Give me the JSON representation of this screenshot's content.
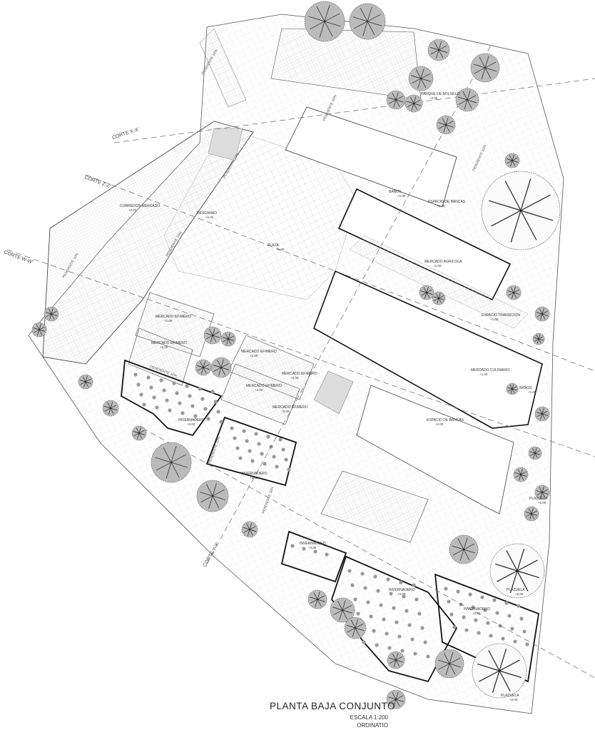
{
  "title_block": {
    "title": "PLANTA BAJA CONJUNTO",
    "scale": "ESCALA 1:200",
    "firm": "ORDINATIO"
  },
  "sections": [
    "CORTE X-X'",
    "CORTE Z-Z'",
    "CORTE W-W'",
    "CORTE Y-Y'"
  ],
  "slope_label": "PENDIENTE 10%",
  "spaces": [
    {
      "name": "PARQUE DE BOLSILLO",
      "level": "+2.00"
    },
    {
      "name": "CORREDOR MERCADO",
      "level": "+2.00"
    },
    {
      "name": "DESCANSO",
      "level": "+1.00"
    },
    {
      "name": "PLAZA",
      "level": "+1.00"
    },
    {
      "name": "BAÑOS",
      "level": "+1.00"
    },
    {
      "name": "ESPACIO DE BANCAS",
      "level": "+1.00"
    },
    {
      "name": "MERCADO AGRICOLA",
      "level": "+1.00"
    },
    {
      "name": "ESPACIO TRANSICION",
      "level": "+1.00"
    },
    {
      "name": "MERCADO CULINARIO",
      "level": "+1.00"
    },
    {
      "name": "BAÑOS",
      "level": "+1.00"
    },
    {
      "name": "ESPACIO DE BANCAS",
      "level": "+1.00"
    },
    {
      "name": "MERCADO EFIMERO",
      "level": "+2.00"
    },
    {
      "name": "MERCADO EFIMERO",
      "level": "+2.00"
    },
    {
      "name": "MERCADO EFIMERO",
      "level": "+2.00"
    },
    {
      "name": "MERCADO EFIMERO",
      "level": "+2.00"
    },
    {
      "name": "MERCADO EFIMERO",
      "level": "+2.00"
    },
    {
      "name": "MERCADO EFIMERO",
      "level": "+2.00"
    },
    {
      "name": "INVERNADERO",
      "level": "+2.00"
    },
    {
      "name": "INVERNADERO",
      "level": "+2.00"
    },
    {
      "name": "INVERNADERO",
      "level": "+2.00"
    },
    {
      "name": "INVERNADERO",
      "level": "+2.00"
    },
    {
      "name": "INVERNADERO",
      "level": "+2.00"
    },
    {
      "name": "PLAZUELA",
      "level": "+1.00"
    },
    {
      "name": "PLAZUELA",
      "level": "+2.00"
    },
    {
      "name": "PLAZUELA",
      "level": "+2.00"
    }
  ],
  "colors": {
    "line": "#222222",
    "grid": "#d8d8d8",
    "hatch": "#eeeeee"
  }
}
